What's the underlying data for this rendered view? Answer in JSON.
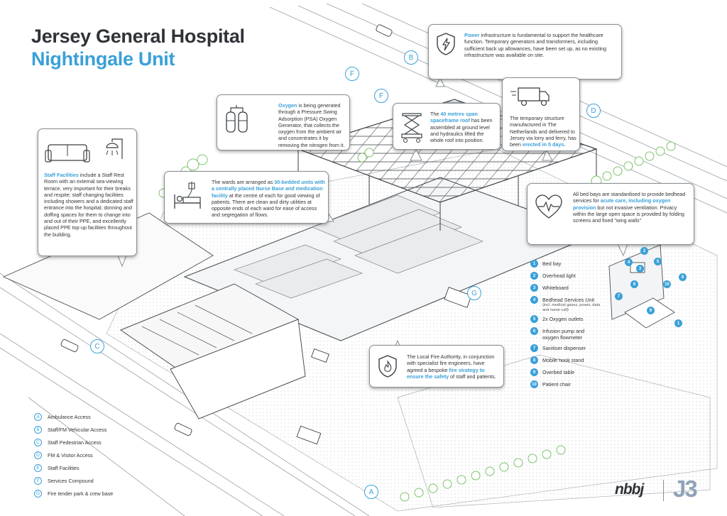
{
  "title": {
    "line1": "Jersey General Hospital",
    "line2": "Nightingale Unit"
  },
  "colors": {
    "accent": "#3aa0d8",
    "text": "#333333",
    "title": "#2f3338",
    "line": "#9aa0a6",
    "tree": "#7cc26a"
  },
  "callouts": {
    "power": {
      "icon": "power-shield-icon",
      "highlight": "Power",
      "text": " infrastructure is fundamental to support the healthcare function. Temporary generators and transformers, including sufficient back up allowances, have been set up, as no existing infrastructure was available on site."
    },
    "oxygen": {
      "icon": "oxygen-cylinder-icon",
      "highlight": "Oxygen",
      "text": " is being generated through a Pressure Swing Adsorption (PSA) Oxygen Generator, that collects the oxygen from the ambient air and concentrates it by removing the nitrogen from it."
    },
    "roof": {
      "icon": "scissor-lift-icon",
      "pre": "The ",
      "highlight": "40 metres span spaceframe roof",
      "text": " has been assembled at ground level and hydraulics lifted the whole roof into position."
    },
    "structure": {
      "icon": "truck-icon",
      "pre": "The temporary structure manufactured in The Netherlands and delivered to Jersey via lorry and ferry, has been ",
      "highlight": "erected in 5 days."
    },
    "staff": {
      "icon": "sofa-shower-icon",
      "highlight": "Staff Facilities",
      "text": " include a Staff Rest Room with an external sea-viewing terrace, very important for their breaks and respite; staff changing facilities including showers and a dedicated staff entrance into the hospital; donning and doffing spaces for them to change into and out of their PPE, and excellently placed PPE top-up facilities throughout the building."
    },
    "wards": {
      "icon": "hospital-bed-icon",
      "pre": "The wards are arranged as ",
      "highlight": "30-bedded units with a centrally placed Nurse Base and medication facility",
      "text": " at the centre of each for good viewing of patients. There are clean and dirty utilities at opposite ends of each ward for ease of access and segregation of flows."
    },
    "bedbays": {
      "icon": "heart-pulse-icon",
      "pre": "All bed bays are standardised to provide bedhead services for ",
      "highlight": "acute care, including oxygen provision",
      "text": " but not invasive ventilation. Privacy within the large open space is provided by folding screens and fixed \"wing walls\""
    },
    "fire": {
      "icon": "fire-shield-icon",
      "pre": "The Local Fire Authority, in conjunction with specialist fire engineers, have agreed a bespoke ",
      "highlight": "fire strategy to ensure the safety",
      "text": " of staff and patients."
    }
  },
  "legend": [
    {
      "key": "A",
      "label": "Ambulance Access"
    },
    {
      "key": "B",
      "label": "Staff/FM Vehicular Access"
    },
    {
      "key": "C",
      "label": "Staff Pedestrian Access"
    },
    {
      "key": "D",
      "label": "FM & Visitor Access"
    },
    {
      "key": "E",
      "label": "Staff Facilities"
    },
    {
      "key": "F",
      "label": "Services Compound"
    },
    {
      "key": "G",
      "label": "Fire tender park & crew base"
    }
  ],
  "bed_items": [
    {
      "n": "1",
      "label": "Bed bay",
      "sub": ""
    },
    {
      "n": "2",
      "label": "Overhead light",
      "sub": ""
    },
    {
      "n": "3",
      "label": "Whiteboard",
      "sub": ""
    },
    {
      "n": "4",
      "label": "Bedhead Services Unit",
      "sub": "(incl. medical gases, power, data and nurse call)"
    },
    {
      "n": "5",
      "label": "2x Oxygen outlets",
      "sub": ""
    },
    {
      "n": "6",
      "label": "Infusion pump and oxygen flowmeter",
      "sub": ""
    },
    {
      "n": "7",
      "label": "Sanitiser dispenser",
      "sub": ""
    },
    {
      "n": "8",
      "label": "Mobile hook stand",
      "sub": ""
    },
    {
      "n": "9",
      "label": "Overbed table",
      "sub": ""
    },
    {
      "n": "10",
      "label": "Patient chair",
      "sub": ""
    }
  ],
  "markers": {
    "a": "A",
    "b": "B",
    "c": "C",
    "d": "D",
    "f1": "F",
    "f2": "F",
    "g": "G"
  },
  "bed_markers": [
    "1",
    "2",
    "3",
    "4",
    "5",
    "6",
    "7",
    "8",
    "9",
    "10"
  ],
  "logos": {
    "nbbj": "nbbj",
    "j3": "J3"
  }
}
